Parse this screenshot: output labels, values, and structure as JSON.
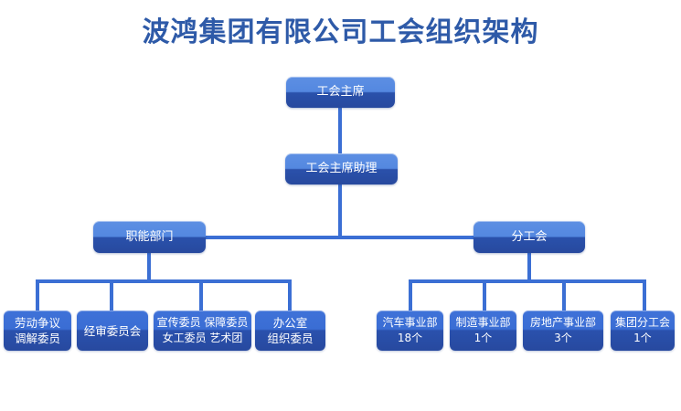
{
  "title": "波鸿集团有限公司工会组织架构",
  "colors": {
    "title": "#2e5aa8",
    "connector": "#3b6fd4",
    "box_light": "#5d8fe3",
    "box_dark": "#27499e",
    "leaf_light": "#3f72d8",
    "leaf_dark": "#27499f",
    "background": "#ffffff",
    "text": "#ffffff"
  },
  "nodes": {
    "chairman": "工会主席",
    "assistant": "工会主席助理",
    "functional": "职能部门",
    "branch": "分工会"
  },
  "functional_children": [
    {
      "label": "劳动争议\n调解委员"
    },
    {
      "label": "经审委员会"
    },
    {
      "label": "宣传委员 保障委员\n女工委员 艺术团"
    },
    {
      "label": "办公室\n组织委员"
    }
  ],
  "branch_children": [
    {
      "label": "汽车事业部\n18个",
      "name": "汽车事业部",
      "count": "18个"
    },
    {
      "label": "制造事业部\n1个",
      "name": "制造事业部",
      "count": "1个"
    },
    {
      "label": "房地产事业部\n3个",
      "name": "房地产事业部",
      "count": "3个"
    },
    {
      "label": "集团分工会\n1个",
      "name": "集团分工会",
      "count": "1个"
    }
  ]
}
